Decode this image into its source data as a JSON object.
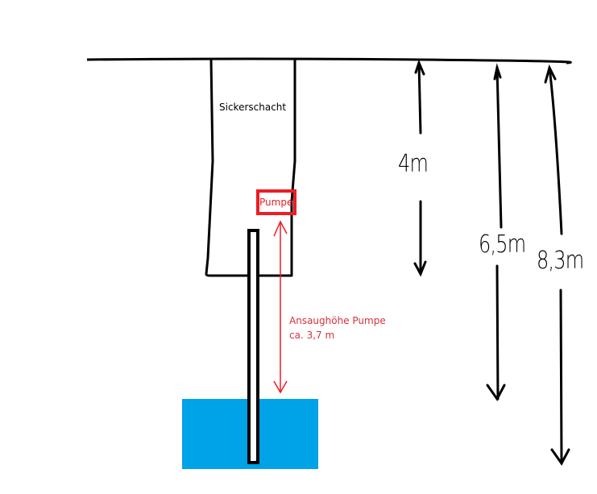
{
  "labels": {
    "shaft": "Sickerschacht",
    "pump": "Pumpe",
    "suction_height_title": "Ansaughöhe Pumpe",
    "suction_height_value": "ca. 3,7 m",
    "depth_shaft": "4m",
    "depth_mid": "6,5m",
    "depth_water": "8,3m"
  },
  "colors": {
    "line": "#000000",
    "pump_red": "#ed1c24",
    "annotation_red": "#d6323a",
    "water": "#00a2e8"
  }
}
